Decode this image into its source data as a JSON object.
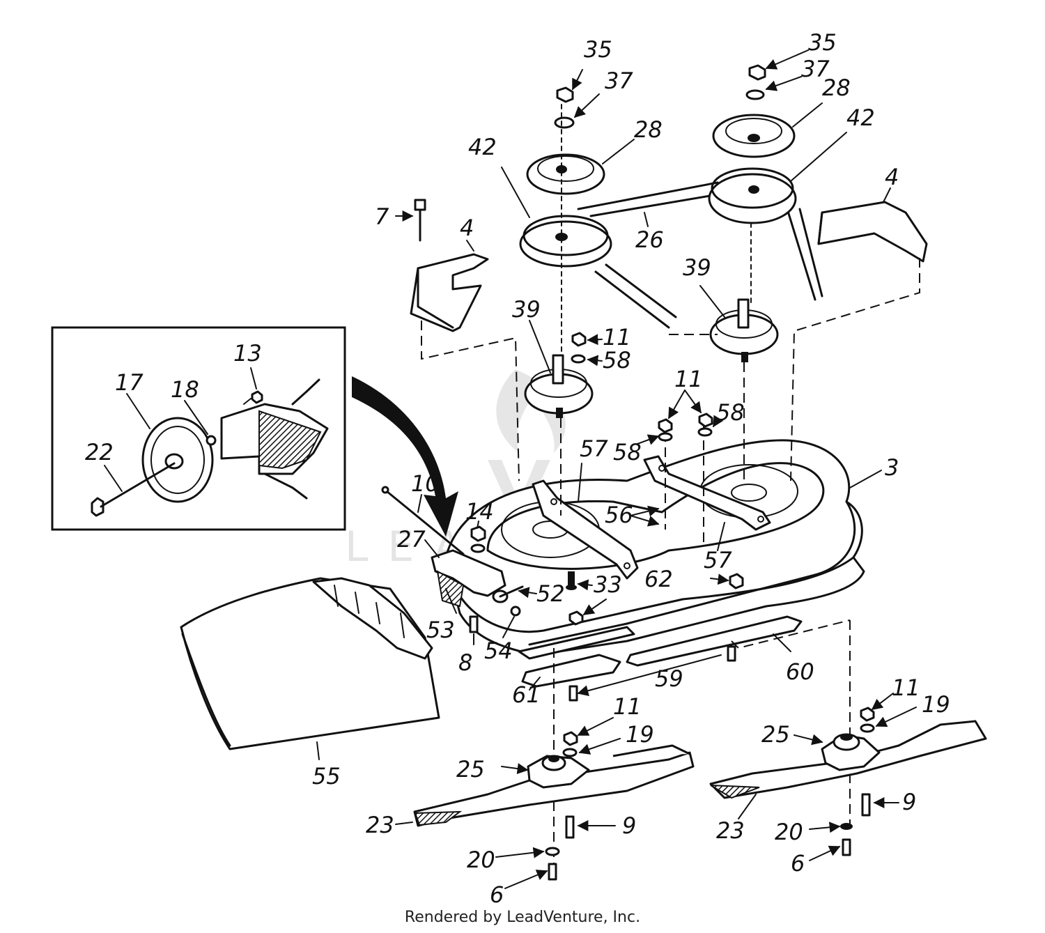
{
  "callouts": {
    "n35_left": "35",
    "n37_left": "37",
    "n28_left": "28",
    "n42_left": "42",
    "n35_right": "35",
    "n37_right": "37",
    "n28_right": "28",
    "n42_right": "42",
    "n7": "7",
    "n4_left": "4",
    "n4_right": "4",
    "n26": "26",
    "n39_left": "39",
    "n39_right": "39",
    "n11_top": "11",
    "n58_top": "58",
    "n11_mid": "11",
    "n58_mid_right": "58",
    "n58_mid_left": "58",
    "n13": "13",
    "n17": "17",
    "n18": "18",
    "n22": "22",
    "n10": "10",
    "n14": "14",
    "n27": "27",
    "n57_left": "57",
    "n57_right": "57",
    "n56": "56",
    "n3": "3",
    "n52": "52",
    "n33": "33",
    "n62": "62",
    "n53": "53",
    "n8": "8",
    "n54": "54",
    "n59": "59",
    "n60": "60",
    "n61": "61",
    "n55": "55",
    "n11_low_left": "11",
    "n19_left": "19",
    "n25_left": "25",
    "n23_left": "23",
    "n9_left": "9",
    "n20_left": "20",
    "n6_left": "6",
    "n11_low_right": "11",
    "n19_right": "19",
    "n25_right": "25",
    "n23_right": "23",
    "n9_right": "9",
    "n20_right": "20",
    "n6_right": "6"
  },
  "watermark": {
    "text": "LEADVENTURE"
  },
  "footer": {
    "text": "Rendered by LeadVenture, Inc."
  }
}
